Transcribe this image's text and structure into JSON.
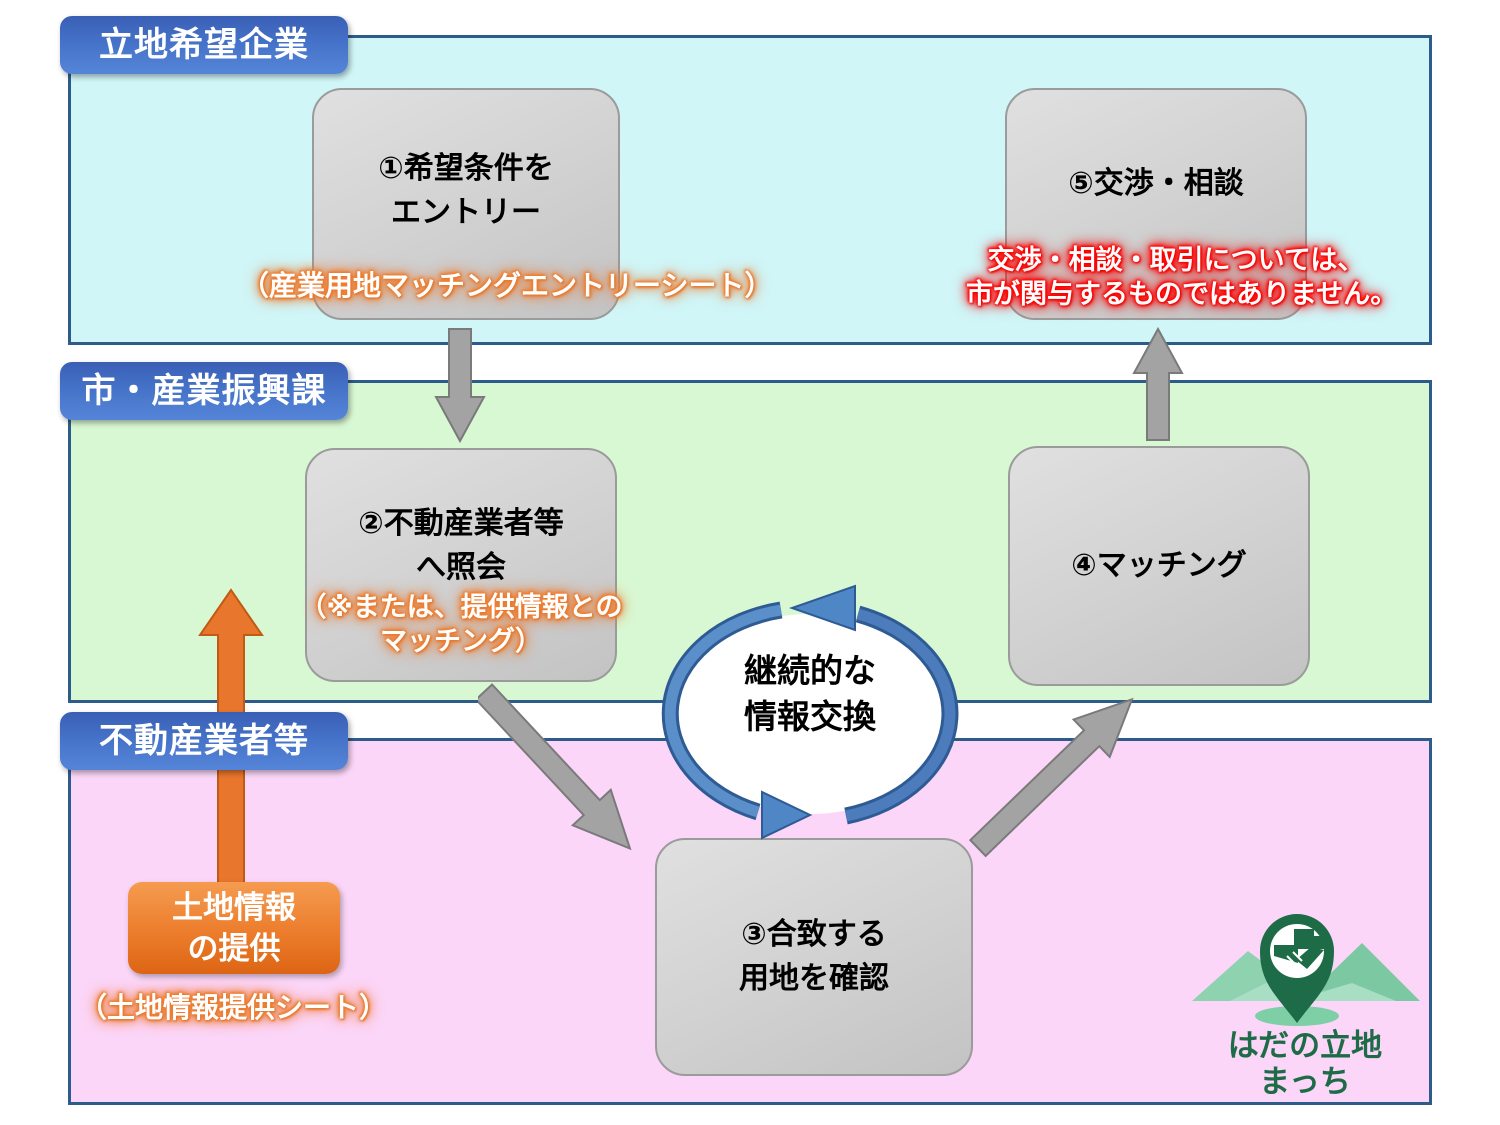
{
  "bands": {
    "companies": {
      "label": "立地希望企業"
    },
    "city": {
      "label": "市・産業振興課"
    },
    "realtors": {
      "label": "不動産業者等"
    }
  },
  "steps": {
    "step1": {
      "line1": "①希望条件を",
      "line2": "エントリー",
      "note": "（産業用地マッチングエントリーシート）"
    },
    "step2": {
      "line1": "②不動産業者等",
      "line2": "へ照会",
      "note_line1": "（※または、提供情報との",
      "note_line2": "マッチング）"
    },
    "step3": {
      "line1": "③合致する",
      "line2": "用地を確認"
    },
    "step4": {
      "line1": "④マッチング"
    },
    "step5": {
      "line1": "⑤交渉・相談",
      "warning_line1": "交渉・相談・取引については、",
      "warning_line2": "市が関与するものではありません。"
    }
  },
  "cycle": {
    "line1": "継続的な",
    "line2": "情報交換"
  },
  "land_info": {
    "line1": "土地情報",
    "line2": "の提供",
    "note": "（土地情報提供シート）"
  },
  "logo": {
    "line1": "はだの立地",
    "line2": "まっち"
  },
  "colors": {
    "band_companies_fill": "#d0f6f8",
    "band_city_fill": "#d8f8d3",
    "band_realtors_fill": "#fbd6f8",
    "band_border": "#2e5c8a",
    "actor_label_blue": "#4472c8",
    "step_box_gray": "#d2d2d2",
    "arrow_gray": "#a3a3a3",
    "arrow_orange": "#e8762c",
    "cycle_arrow_blue": "#4c7cbb",
    "glow_orange": "#ed7d31",
    "glow_red": "#ff0000",
    "logo_green": "#1e6b47"
  }
}
